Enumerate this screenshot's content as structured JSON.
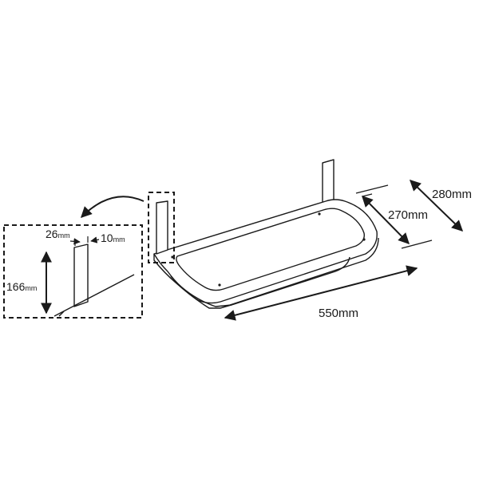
{
  "dimensions": {
    "length": "550mm",
    "outer_depth": "280mm",
    "inner_depth": "270mm"
  },
  "bracket_detail": {
    "width_value": "26",
    "width_unit": "mm",
    "thickness_value": "10",
    "thickness_unit": "mm",
    "height_value": "166",
    "height_unit": "mm"
  },
  "colors": {
    "line": "#1a1a1a",
    "background": "#ffffff"
  }
}
